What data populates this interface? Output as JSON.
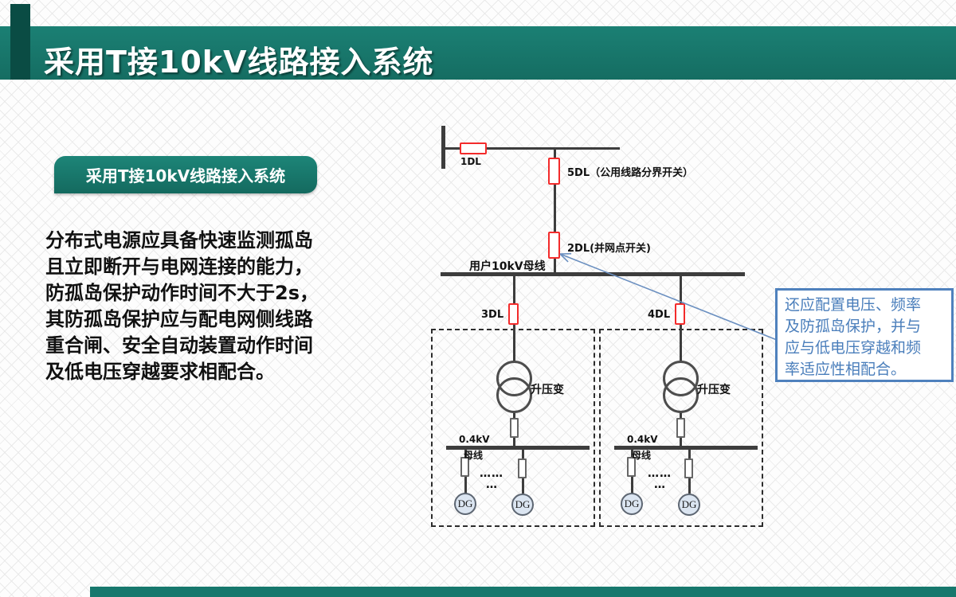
{
  "header": {
    "title": "采用T接10kV线路接入系统"
  },
  "badge": {
    "label": "采用T接10kV线路接入系统"
  },
  "body": {
    "lines": [
      "分布式电源应具备快速监测孤岛",
      "且立即断开与电网连接的能力，",
      "防孤岛保护动作时间不大于2s，",
      "其防孤岛保护应与配电网侧线路",
      "重合闸、安全自动装置动作时间",
      "及低电压穿越要求相配合。"
    ]
  },
  "diagram": {
    "breaker1_label": "1DL",
    "breaker5_label": "5DL（公用线路分界开关）",
    "breaker2_label": "2DL(并网点开关)",
    "user_bus_label": "用户10kV母线",
    "breaker3_label": "3DL",
    "breaker4_label": "4DL",
    "transformer_label": "升压变",
    "lv_voltage_label": "0.4kV",
    "lv_bus_label": "母线",
    "dg_label": "DG",
    "ellipsis_top": "……",
    "ellipsis_bottom": "…"
  },
  "callout": {
    "lines": [
      "还应配置电压、频率",
      "及防孤岛保护，并与",
      "应与低电压穿越和频",
      "率适应性相配合。"
    ]
  },
  "colors": {
    "teal": "#17786d",
    "teal_dark": "#0a4c44",
    "breaker_red": "#f32b2b",
    "callout_blue": "#4f81bd",
    "line_gray": "#3d3d3d",
    "dg_fill": "#dbe5f1"
  }
}
